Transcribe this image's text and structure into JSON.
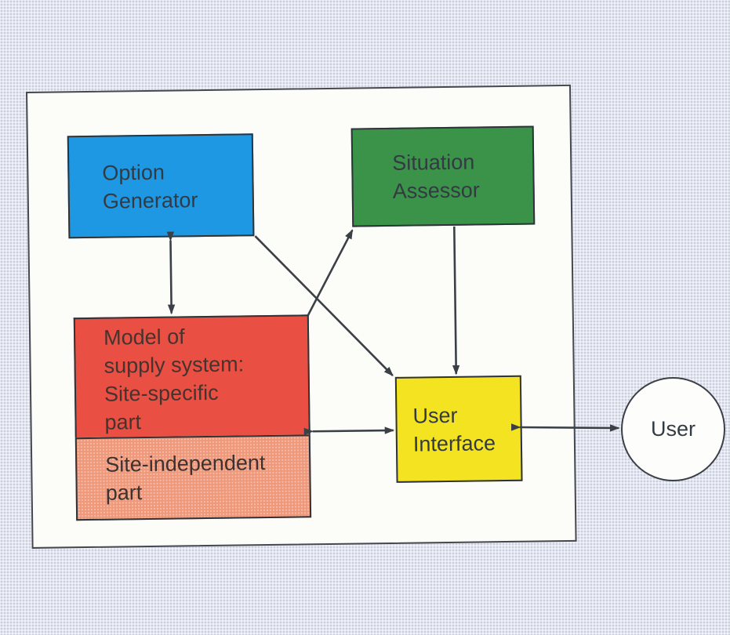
{
  "canvas": {
    "background_color": "#e2e4ef",
    "panel_color": "#fcfcf9"
  },
  "diagram": {
    "line_color": "#3a4046",
    "nodes": {
      "option_generator": {
        "label": "Option\nGenerator",
        "fill": "#1f98e3",
        "shape": "rect"
      },
      "situation_assessor": {
        "label": "Situation\nAssessor",
        "fill": "#3b9349",
        "shape": "rect"
      },
      "model_site_specific": {
        "label": "Model of\nsupply system:\nSite-specific\npart",
        "fill": "#e95043",
        "shape": "rect"
      },
      "model_site_independent": {
        "label": "Site-independent\npart",
        "fill": "#f0987a",
        "shape": "rect"
      },
      "user_interface": {
        "label": "User\nInterface",
        "fill": "#f3e320",
        "shape": "rect"
      },
      "user": {
        "label": "User",
        "fill": "#fdfdfc",
        "shape": "circle"
      }
    },
    "edges": [
      {
        "from": "option_generator",
        "to": "model_site_specific",
        "bidirectional": true
      },
      {
        "from": "option_generator",
        "to": "user_interface",
        "bidirectional": false
      },
      {
        "from": "model_site_specific",
        "to": "situation_assessor",
        "bidirectional": false
      },
      {
        "from": "situation_assessor",
        "to": "user_interface",
        "bidirectional": false
      },
      {
        "from": "model_site_specific",
        "to": "user_interface",
        "bidirectional": true
      },
      {
        "from": "user_interface",
        "to": "user",
        "bidirectional": true
      }
    ]
  }
}
